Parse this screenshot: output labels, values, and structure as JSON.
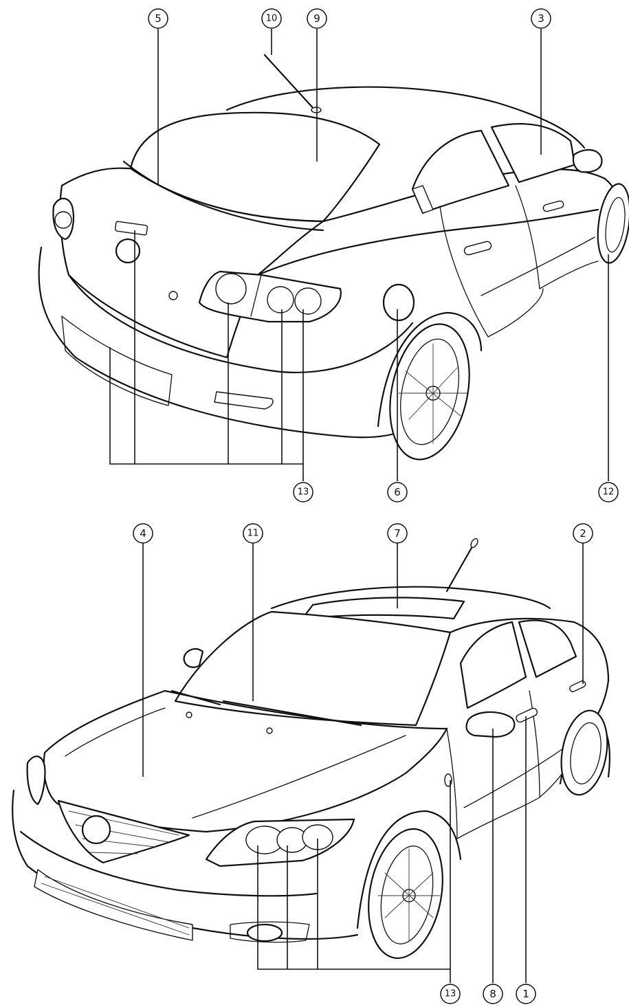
{
  "figure": {
    "top_view": {
      "callouts": [
        {
          "id": "rear-5",
          "label": "5"
        },
        {
          "id": "rear-10",
          "label": "10"
        },
        {
          "id": "rear-9",
          "label": "9"
        },
        {
          "id": "rear-3",
          "label": "3"
        },
        {
          "id": "rear-13",
          "label": "13"
        },
        {
          "id": "rear-6",
          "label": "6"
        },
        {
          "id": "rear-12",
          "label": "12"
        }
      ]
    },
    "bottom_view": {
      "callouts": [
        {
          "id": "front-4",
          "label": "4"
        },
        {
          "id": "front-11",
          "label": "11"
        },
        {
          "id": "front-7",
          "label": "7"
        },
        {
          "id": "front-2",
          "label": "2"
        },
        {
          "id": "front-13",
          "label": "13"
        },
        {
          "id": "front-8",
          "label": "8"
        },
        {
          "id": "front-1",
          "label": "1"
        }
      ]
    }
  }
}
